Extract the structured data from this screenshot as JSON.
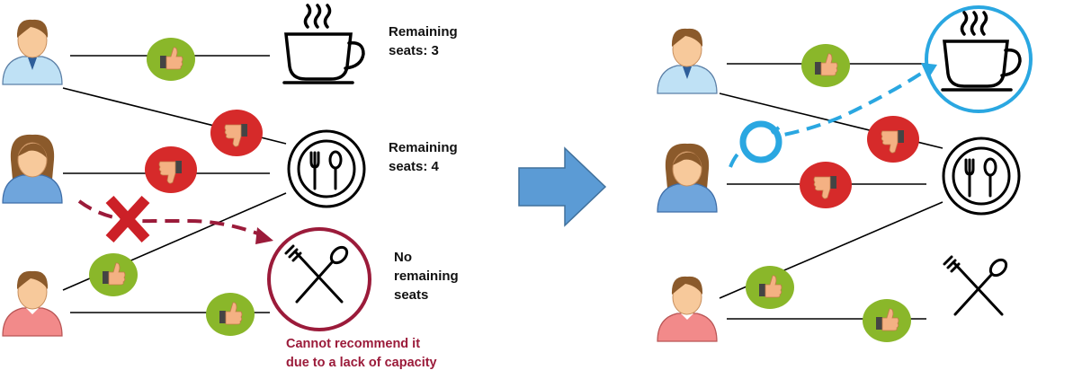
{
  "labels": {
    "coffee_seats_line1": "Remaining",
    "coffee_seats_line2": "seats: 3",
    "dining_seats_line1": "Remaining",
    "dining_seats_line2": "seats: 4",
    "full_line1": "No",
    "full_line2": "remaining",
    "full_line3": "seats",
    "note_line1": "Cannot recommend it",
    "note_line2": "due to a lack of capacity"
  },
  "colors": {
    "like_badge": "#8ab72a",
    "dislike_badge": "#d62a2a",
    "capacity_red": "#9b1b3a",
    "cross_red": "#cc2027",
    "recommend_blue": "#2aa7e1",
    "arrow_blue": "#5b9bd5",
    "shirt_male": "#bfe1f5",
    "shirt_female": "#6fa5dc",
    "shirt_pink": "#f28a8a",
    "skin": "#f7c99b",
    "hair": "#8b5a2b"
  },
  "icons": [
    "person-icon",
    "thumbs-up-icon",
    "thumbs-down-icon",
    "coffee-cup-icon",
    "plate-fork-spoon-icon",
    "crossed-fork-spoon-icon",
    "arrow-right-icon",
    "x-mark-icon"
  ]
}
